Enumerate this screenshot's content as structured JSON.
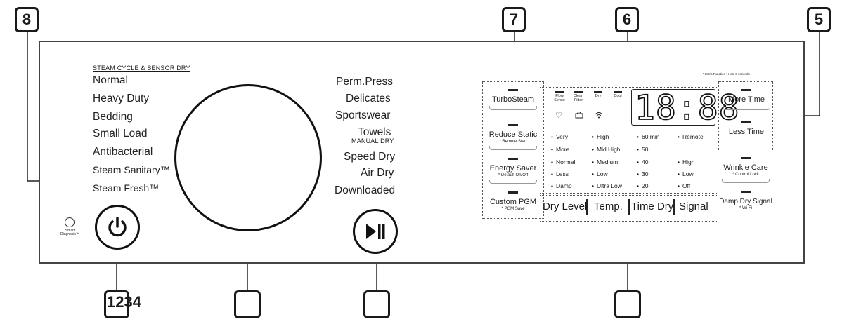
{
  "callouts": {
    "c8": "8",
    "c7": "7",
    "c6": "6",
    "c5": "5",
    "c1234": "1234"
  },
  "cycle_header": "STEAM CYCLE & SENSOR DRY",
  "manual_header": "MANUAL DRY",
  "left_cycles": [
    "Normal",
    "Heavy Duty",
    "Bedding",
    "Small Load",
    "Antibacterial",
    "Steam Sanitary™",
    "Steam Fresh™"
  ],
  "right_cycles": [
    "Perm.Press",
    "Delicates",
    "Sportswear",
    "Towels",
    "Speed Dry",
    "Air Dry",
    "Downloaded"
  ],
  "smart_diagnosis": [
    "Smart",
    "Diagnosis™"
  ],
  "extra_function_note": "* Extra Function : Hold 3 seconds",
  "left_buttons": [
    {
      "label": "TurboSteam",
      "sub": ""
    },
    {
      "label": "Reduce Static",
      "sub": "* Remote Start"
    },
    {
      "label": "Energy Saver",
      "sub": "* Default On/Off"
    },
    {
      "label": "Custom PGM",
      "sub": "* PGM Save"
    }
  ],
  "indicators": [
    {
      "label": "Flow Sense",
      "icon": "heart-icon"
    },
    {
      "label": "Clean Filter",
      "icon": "filter-icon"
    },
    {
      "label": "Dry",
      "icon": "wifi-icon"
    },
    {
      "label": "Cool",
      "icon": ""
    }
  ],
  "display_digits": "18:88",
  "dry_level_options": [
    "Very",
    "More",
    "Normal",
    "Less",
    "Damp"
  ],
  "temp_options": [
    "High",
    "Mid High",
    "Medium",
    "Low",
    "Ultra Low"
  ],
  "time_options": [
    "60 min",
    "50",
    "40",
    "30",
    "20"
  ],
  "signal_options": [
    "Remote",
    "",
    "High",
    "Low",
    "Off"
  ],
  "categories": [
    "Dry Level",
    "Temp.",
    "Time Dry",
    "Signal"
  ],
  "right_buttons": [
    {
      "label": "More Time",
      "sub": ""
    },
    {
      "label": "Less Time",
      "sub": ""
    },
    {
      "label": "Wrinkle Care",
      "sub": "* Control Lock"
    },
    {
      "label": "Damp Dry Signal",
      "sub": "* Wi-Fi"
    }
  ]
}
